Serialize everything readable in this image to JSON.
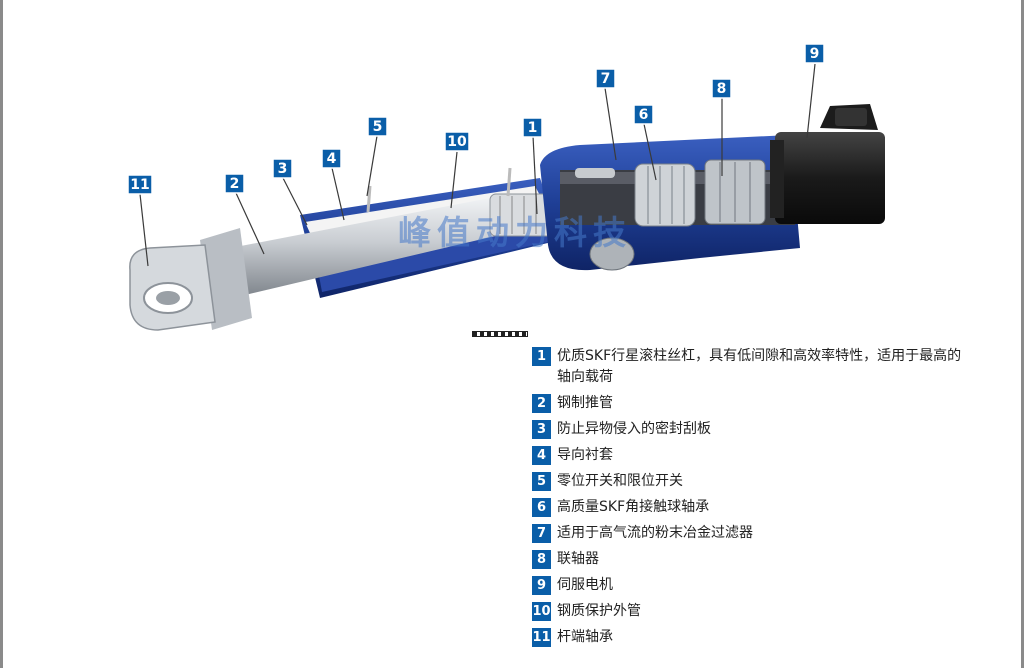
{
  "watermark": "峰值动力科技",
  "callouts": [
    "1",
    "2",
    "3",
    "4",
    "5",
    "6",
    "7",
    "8",
    "9",
    "10",
    "11"
  ],
  "legend": [
    {
      "num": "1",
      "text": "优质SKF行星滚柱丝杠，具有低间隙和高效率特性，适用于最高的轴向载荷"
    },
    {
      "num": "2",
      "text": "钢制推管"
    },
    {
      "num": "3",
      "text": "防止异物侵入的密封刮板"
    },
    {
      "num": "4",
      "text": "导向衬套"
    },
    {
      "num": "5",
      "text": "零位开关和限位开关"
    },
    {
      "num": "6",
      "text": "高质量SKF角接触球轴承"
    },
    {
      "num": "7",
      "text": "适用于高气流的粉末冶金过滤器"
    },
    {
      "num": "8",
      "text": "联轴器"
    },
    {
      "num": "9",
      "text": "伺服电机"
    },
    {
      "num": "10",
      "text": "钢质保护外管"
    },
    {
      "num": "11",
      "text": "杆端轴承"
    }
  ],
  "colors": {
    "accent": "#0a5ea8",
    "housing": "#1f3f96",
    "motor": "#1a1a1a",
    "steel": "#c8ccd0"
  }
}
